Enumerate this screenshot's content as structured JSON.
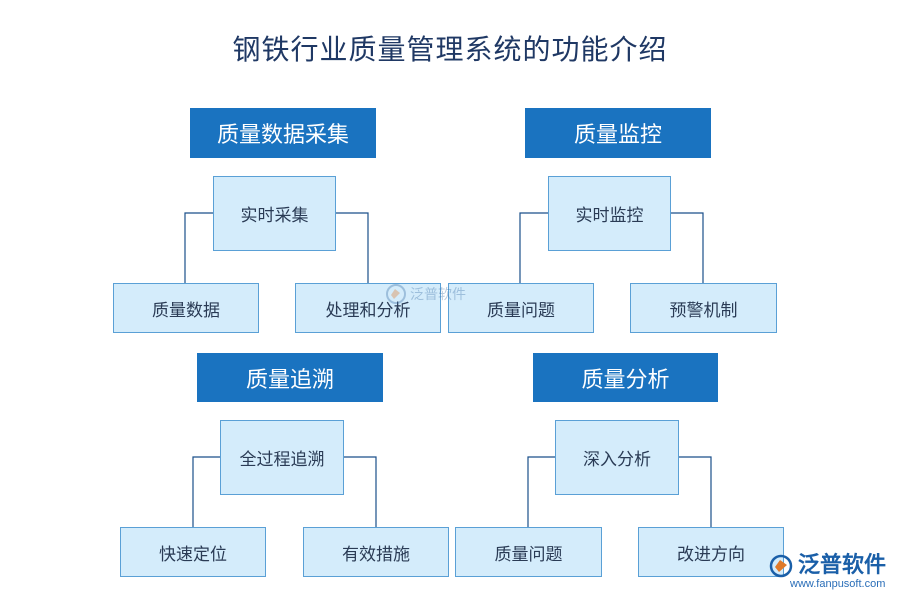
{
  "title": "钢铁行业质量管理系统的功能介绍",
  "sections": [
    {
      "header": "质量数据采集",
      "center": "实时采集",
      "left": "质量数据",
      "right": "处理和分析"
    },
    {
      "header": "质量监控",
      "center": "实时监控",
      "left": "质量问题",
      "right": "预警机制"
    },
    {
      "header": "质量追溯",
      "center": "全过程追溯",
      "left": "快速定位",
      "right": "有效措施"
    },
    {
      "header": "质量分析",
      "center": "深入分析",
      "left": "质量问题",
      "right": "改进方向"
    }
  ],
  "watermark": {
    "text": "泛普软件"
  },
  "brand": {
    "name": "泛普软件",
    "url": "www.fanpusoft.com",
    "color": "#1a5fa8"
  },
  "colors": {
    "header_bg": "#1a73c0",
    "box_bg": "#d4ecfb",
    "box_border": "#5aa0d6",
    "connector": "#1a4f8a"
  }
}
